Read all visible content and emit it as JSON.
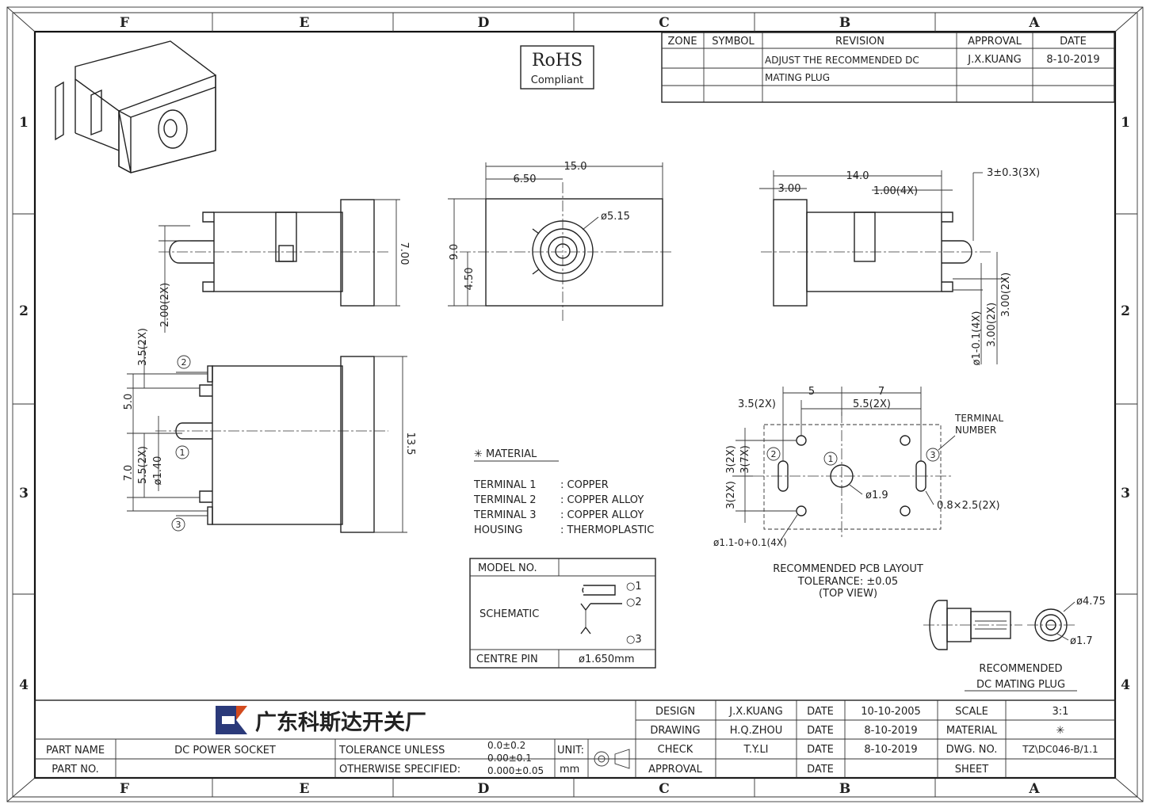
{
  "zones": {
    "columns": [
      "F",
      "E",
      "D",
      "C",
      "B",
      "A"
    ],
    "rows": [
      "1",
      "2",
      "3",
      "4"
    ]
  },
  "rohs": {
    "line1": "RoHS",
    "line2": "Compliant"
  },
  "revision_table": {
    "headers": {
      "zone": "ZONE",
      "symbol": "SYMBOL",
      "revision": "REVISION",
      "approval": "APPROVAL",
      "date": "DATE"
    },
    "row1": {
      "revision": "ADJUST THE RECOMMENDED DC",
      "approval": "J.X.KUANG",
      "date": "8-10-2019"
    },
    "row2": {
      "revision": "MATING PLUG"
    }
  },
  "dims": {
    "side_700": "7.00",
    "side_200": "2.00(2X)",
    "front_150": "15.0",
    "front_650": "6.50",
    "front_90": "9.0",
    "front_450": "4.50",
    "front_515": "ø5.15",
    "r_140": "14.0",
    "r_300a": "3.00",
    "r_100": "1.00(4X)",
    "r_3pm": "3±0.3(3X)",
    "r_phi": "ø1-0.1(4X)",
    "r_300b": "3.00(2X)",
    "r_300c": "3.00(2X)",
    "bot_35": "3.5(2X)",
    "bot_50": "5.0",
    "bot_70": "7.0",
    "bot_55": "5.5(2X)",
    "bot_140": "ø1.40",
    "bot_135": "13.5",
    "pcb_35": "3.5(2X)",
    "pcb_5": "5",
    "pcb_7": "7",
    "pcb_55": "5.5(2X)",
    "pcb_3a": "3(2X)",
    "pcb_3b": "3(2X)",
    "pcb_3c": "3(7X)",
    "pcb_19": "ø1.9",
    "pcb_slot": "0.8×2.5(2X)",
    "pcb_hole": "ø1.1-0+0.1(4X)",
    "plug_475": "ø4.75",
    "plug_17": "ø1.7"
  },
  "pins": {
    "p1": "1",
    "p2": "2",
    "p3": "3"
  },
  "terminal_label": {
    "line1": "TERMINAL",
    "line2": "NUMBER"
  },
  "pcb_caption": {
    "line1": "RECOMMENDED PCB LAYOUT",
    "line2": "TOLERANCE: ±0.05",
    "line3": "(TOP VIEW)"
  },
  "plug_caption": {
    "line1": "RECOMMENDED",
    "line2": "DC MATING PLUG"
  },
  "material": {
    "title": "✳ MATERIAL",
    "rows": [
      {
        "part": "TERMINAL 1",
        "value": ": COPPER"
      },
      {
        "part": "TERMINAL 2",
        "value": ": COPPER  ALLOY"
      },
      {
        "part": "TERMINAL 3",
        "value": ": COPPER  ALLOY"
      },
      {
        "part": "HOUSING",
        "value": ": THERMOPLASTIC"
      }
    ]
  },
  "schematic_table": {
    "model_label": "MODEL NO.",
    "model_value": "",
    "schematic_label": "SCHEMATIC",
    "pin1": "○1",
    "pin2": "○2",
    "pin3": "○3",
    "centre_pin_label": "CENTRE PIN",
    "centre_pin_value": "ø1.650mm"
  },
  "title_block": {
    "company": "广东科斯达开关厂",
    "design_label": "DESIGN",
    "design_name": "J.X.KUANG",
    "design_date_label": "DATE",
    "design_date": "10-10-2005",
    "drawing_label": "DRAWING",
    "drawing_name": "H.Q.ZHOU",
    "drawing_date_label": "DATE",
    "drawing_date": "8-10-2019",
    "check_label": "CHECK",
    "check_name": "T.Y.LI",
    "check_date_label": "DATE",
    "check_date": "8-10-2019",
    "approval_label": "APPROVAL",
    "approval_name": "",
    "approval_date_label": "DATE",
    "approval_date": "",
    "scale_label": "SCALE",
    "scale_value": "3:1",
    "material_label": "MATERIAL",
    "material_value": "✳",
    "dwg_label": "DWG. NO.",
    "dwg_value": "TZ\\DC046-B/1.1",
    "sheet_label": "SHEET",
    "sheet_value": "",
    "part_name_label": "PART NAME",
    "part_name_value": "DC POWER SOCKET",
    "part_no_label": "PART NO.",
    "part_no_value": "",
    "tolerance_line1": "TOLERANCE UNLESS",
    "tolerance_line2": "OTHERWISE SPECIFIED:",
    "tol_1": "0.0±0.2",
    "tol_2": "0.00±0.1",
    "tol_3": "0.000±0.05",
    "unit_label": "UNIT:",
    "unit_value": "mm"
  }
}
